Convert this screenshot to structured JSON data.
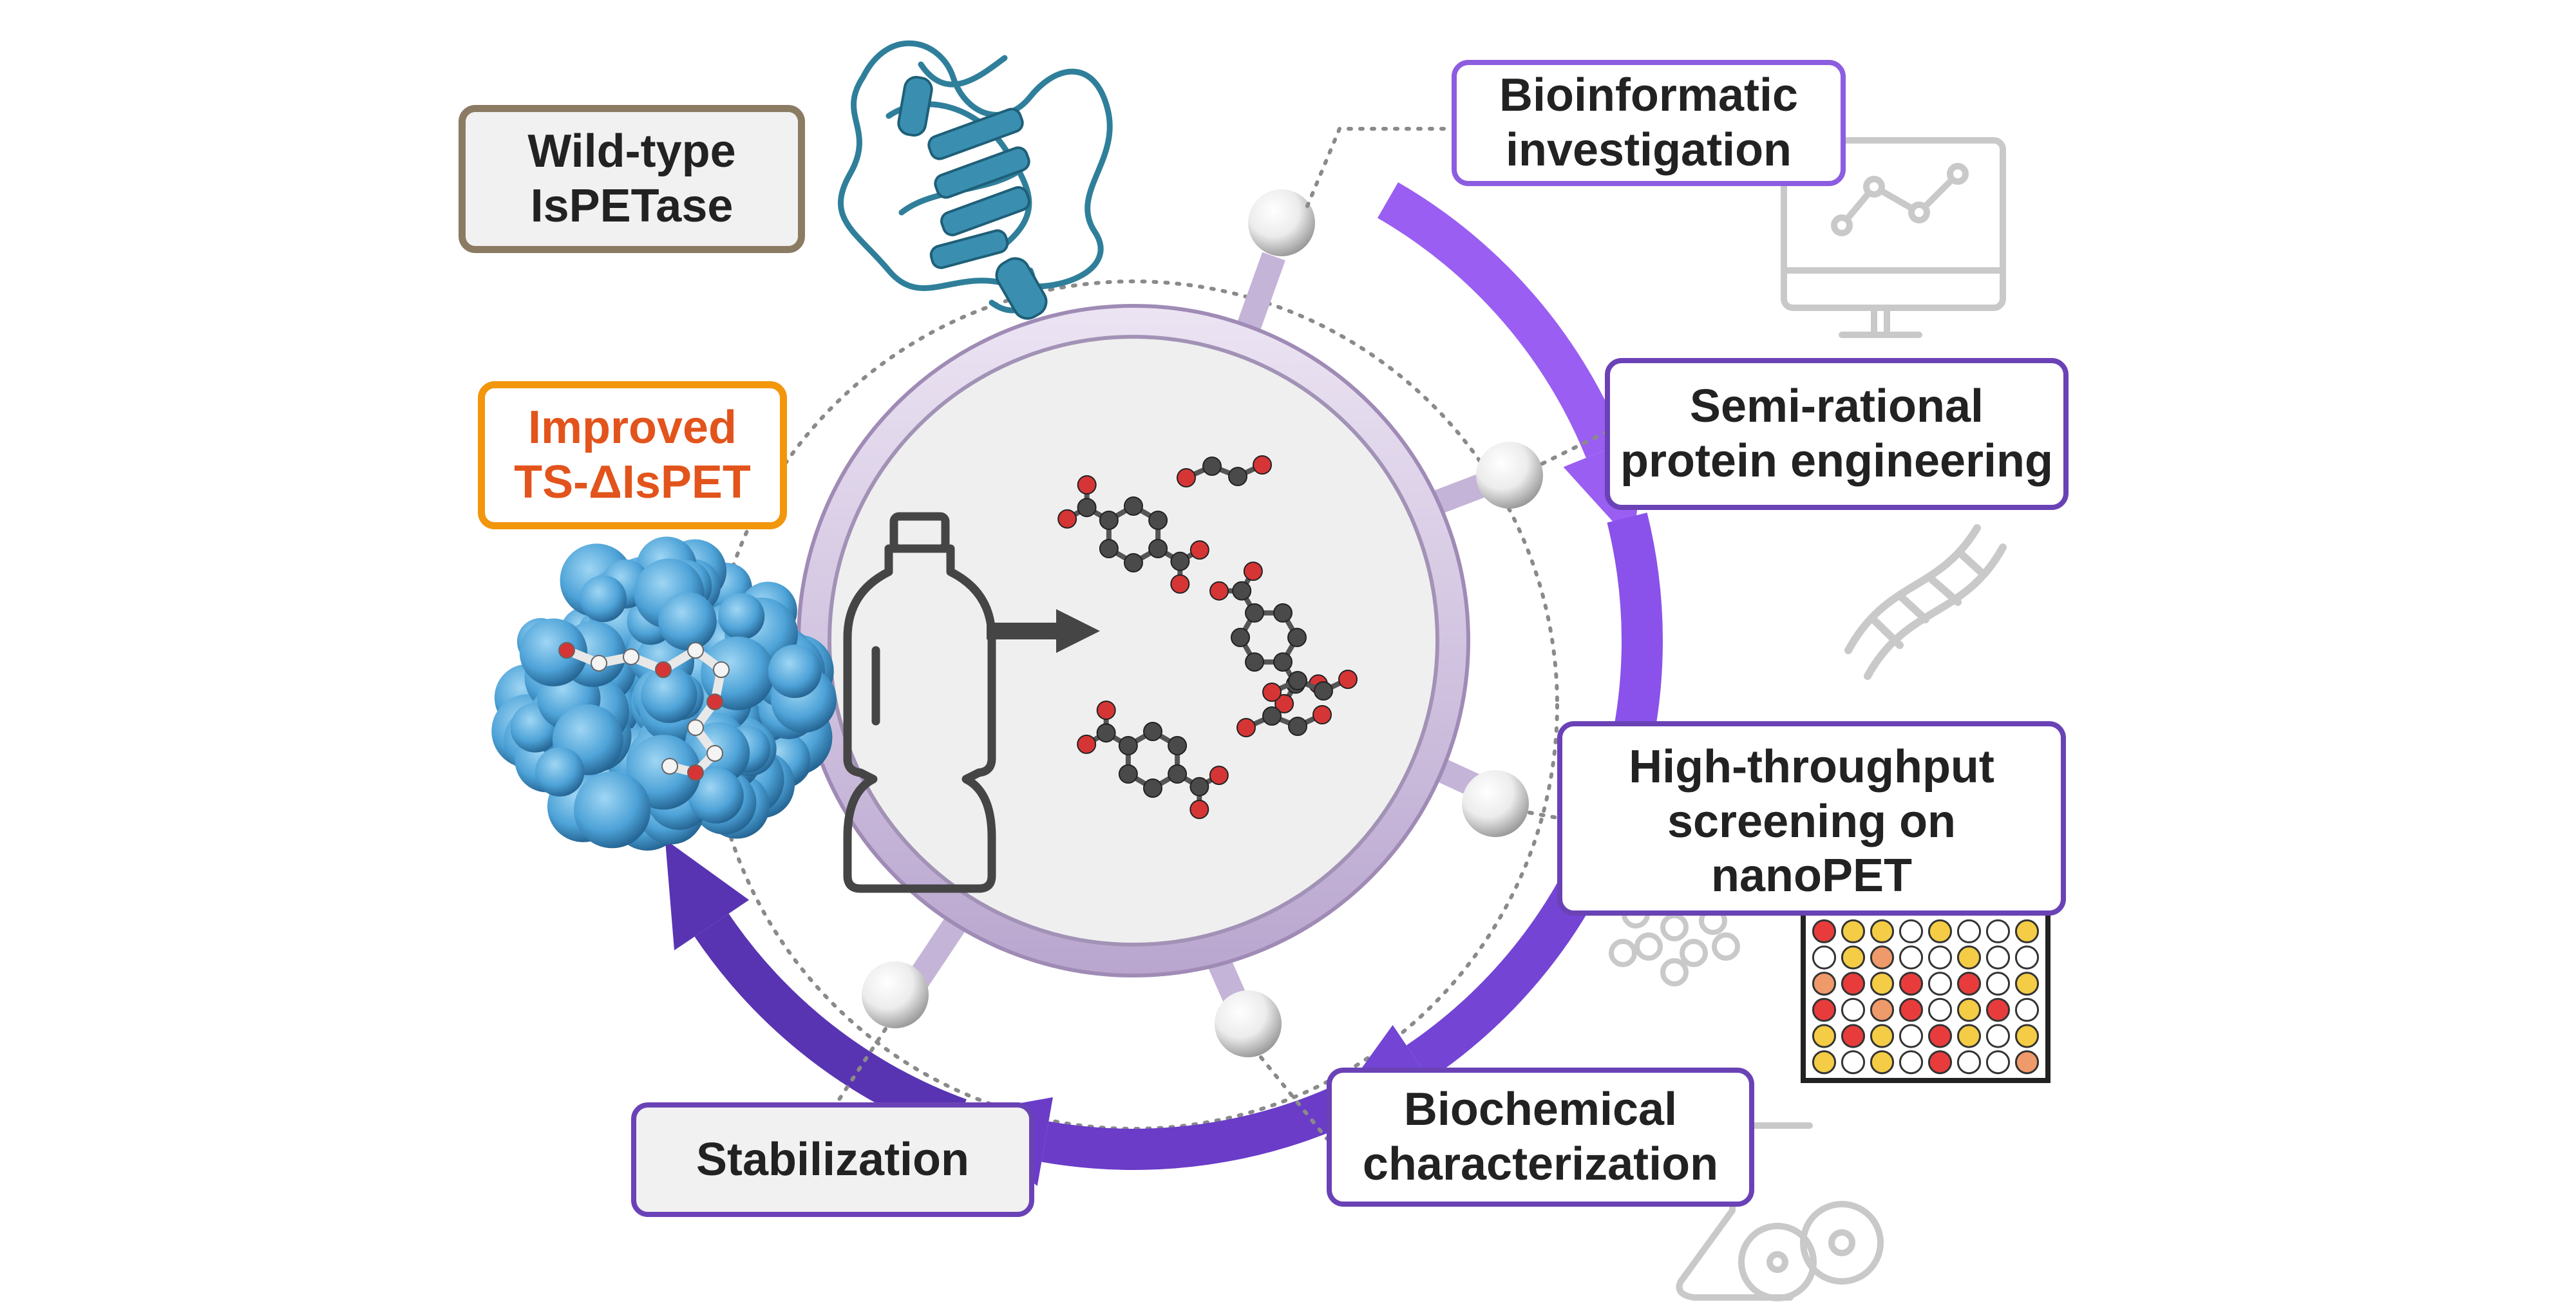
{
  "labels": {
    "wild_type": [
      "Wild-type",
      "IsPETase"
    ],
    "improved": [
      "Improved",
      "TS-ΔIsPET"
    ],
    "stabilization": "Stabilization",
    "bioinformatic": [
      "Bioinformatic",
      "investigation"
    ],
    "semi_rational": [
      "Semi-rational",
      "protein engineering"
    ],
    "high_throughput": [
      "High-throughput",
      "screening on",
      "nanoPET"
    ],
    "biochemical": [
      "Biochemical",
      "characterization"
    ]
  },
  "colors": {
    "arrow_light": "#9a5ef2",
    "arrow_dark": "#5834b2",
    "wild_border": "#8b7b63",
    "improved_border": "#f2960c",
    "improved_text": "#e2541c",
    "box_border": "#6a42b6",
    "ring": "#d8cbe5",
    "protein": "#3a8fb1",
    "surface": "#5aaee0",
    "oxygen": "#d63535",
    "carbon": "#4a4a4a"
  },
  "plate_wells": [
    [
      "red",
      "yellow",
      "yellow",
      "white",
      "yellow",
      "white",
      "white",
      "yellow"
    ],
    [
      "white",
      "yellow",
      "orange",
      "white",
      "white",
      "yellow",
      "white",
      "white"
    ],
    [
      "orange",
      "red",
      "yellow",
      "red",
      "white",
      "red",
      "white",
      "yellow"
    ],
    [
      "red",
      "white",
      "orange",
      "red",
      "white",
      "yellow",
      "red",
      "white"
    ],
    [
      "yellow",
      "red",
      "yellow",
      "white",
      "red",
      "yellow",
      "white",
      "yellow"
    ],
    [
      "yellow",
      "white",
      "yellow",
      "white",
      "red",
      "white",
      "white",
      "orange"
    ]
  ]
}
